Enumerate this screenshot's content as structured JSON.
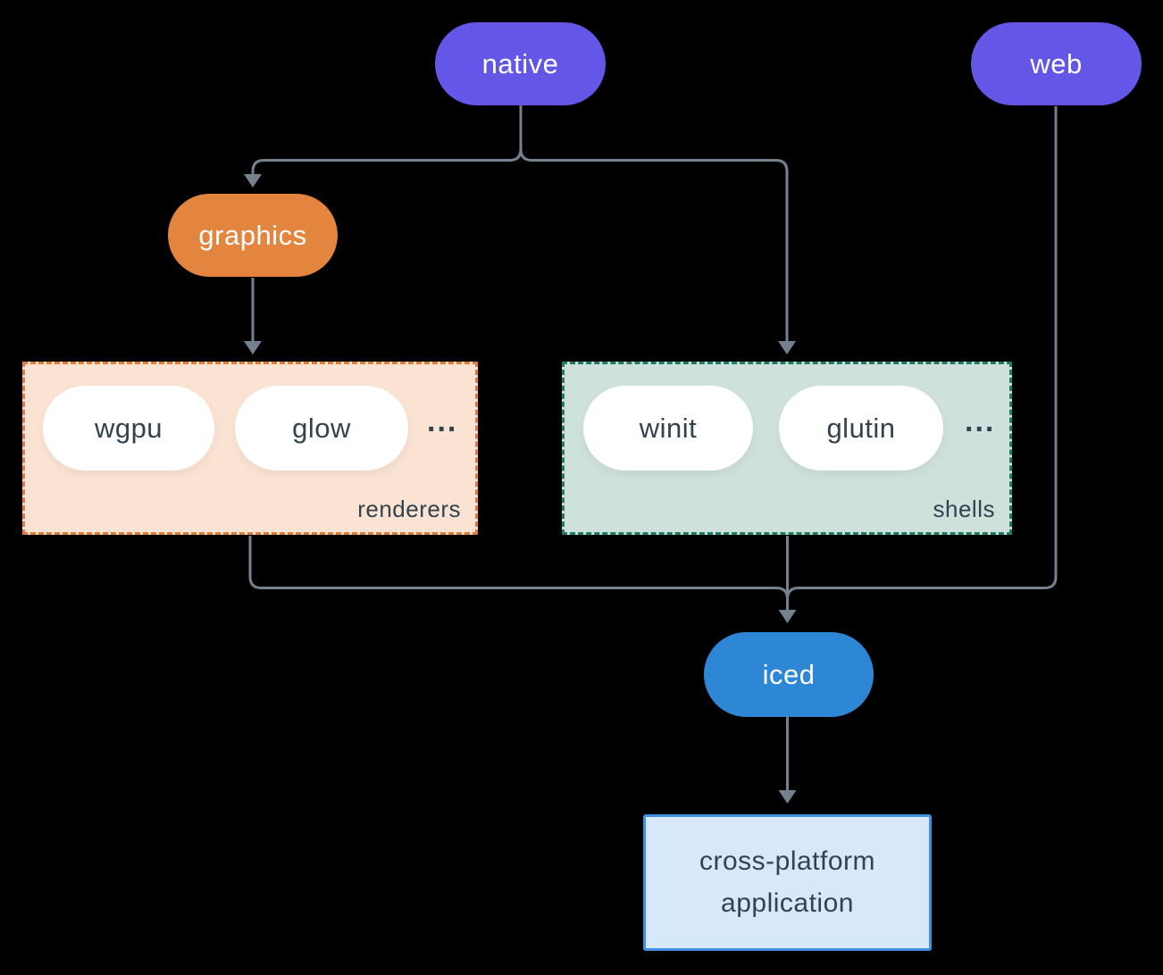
{
  "nodes": {
    "native": "native",
    "web": "web",
    "graphics": "graphics",
    "iced": "iced",
    "application": {
      "line1": "cross-platform",
      "line2": "application"
    }
  },
  "groups": {
    "renderers": {
      "label": "renderers",
      "items": [
        "wgpu",
        "glow"
      ],
      "more": "..."
    },
    "shells": {
      "label": "shells",
      "items": [
        "winit",
        "glutin"
      ],
      "more": "..."
    }
  },
  "edges": [
    {
      "from": "native",
      "to": "graphics",
      "arrow": true
    },
    {
      "from": "native",
      "to": "shells",
      "arrow": true
    },
    {
      "from": "graphics",
      "to": "renderers",
      "arrow": true
    },
    {
      "from": "renderers",
      "to": "iced",
      "arrow": true
    },
    {
      "from": "shells",
      "to": "iced",
      "arrow": true
    },
    {
      "from": "web",
      "to": "iced",
      "arrow": true
    },
    {
      "from": "iced",
      "to": "application",
      "arrow": true
    }
  ],
  "colors": {
    "purple": "#6457e8",
    "orange": "#e3853e",
    "blue": "#2e87d4",
    "peach_bg": "#fae3d2",
    "orange_border": "#df7d36",
    "sage_bg": "#cfe1db",
    "teal_border": "#1f7a68",
    "app_bg": "#d6e8f9",
    "app_border": "#3e8fdd",
    "ink": "#32424e",
    "line": "#75818e",
    "pill_white": "#ffffff",
    "background": "#000000"
  }
}
